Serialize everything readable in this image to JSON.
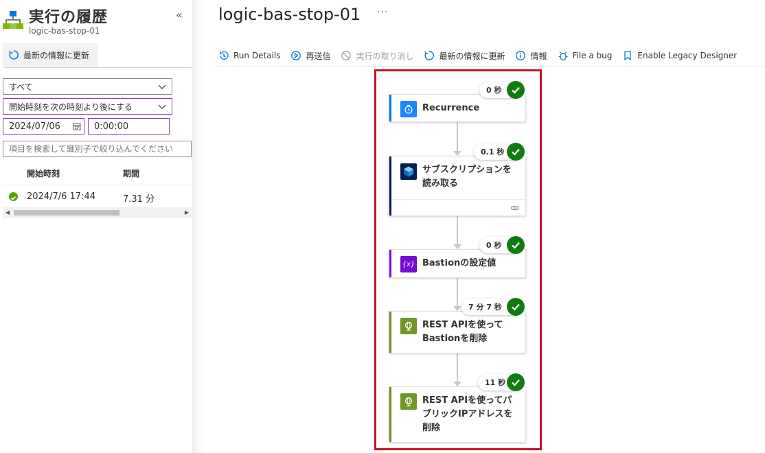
{
  "sidebar": {
    "title": "実行の履歴",
    "subtitle": "logic-bas-stop-01",
    "collapse_glyph": "«",
    "refresh_label": "最新の情報に更新",
    "status_filter": "すべて",
    "time_filter": "開始時刻を次の時刻より後にする",
    "date_value": "2024/07/06",
    "time_value": "0:00:00",
    "search_placeholder": "項目を検索して識別子で絞り込んでください",
    "columns": [
      "開始時刻",
      "期間"
    ],
    "rows": [
      {
        "status": "succeeded",
        "start": "2024/7/6 17:44",
        "duration": "7.31 分"
      }
    ]
  },
  "main": {
    "title": "logic-bas-stop-01",
    "more_glyph": "···",
    "toolbar": {
      "run_details": "Run Details",
      "resubmit": "再送信",
      "cancel_run": "実行の取り消し",
      "refresh": "最新の情報に更新",
      "info": "情報",
      "file_bug": "File a bug",
      "legacy_designer": "Enable Legacy Designer"
    },
    "steps": [
      {
        "label": "Recurrence",
        "duration": "0 秒",
        "status": "succeeded",
        "color": "#0078d4",
        "icon": "clock-icon"
      },
      {
        "label": "サブスクリプションを読み取る",
        "duration": "0.1 秒",
        "status": "succeeded",
        "color": "#002050",
        "icon": "azure-resource-manager-icon"
      },
      {
        "label": "Bastionの設定値",
        "duration": "0 秒",
        "status": "succeeded",
        "color": "#770bd6",
        "icon": "variable-icon"
      },
      {
        "label": "REST APIを使って\nBastionを削除",
        "duration": "7 分 7 秒",
        "status": "succeeded",
        "color": "#6b8e23",
        "icon": "http-globe-icon"
      },
      {
        "label": "REST APIを使ってパブリックIPアドレスを削除",
        "duration": "11 秒",
        "status": "succeeded",
        "color": "#6b8e23",
        "icon": "http-globe-icon"
      }
    ]
  },
  "colors": {
    "highlight_frame": "#c0151f",
    "success": "#107c10",
    "accent": "#0078d4"
  }
}
